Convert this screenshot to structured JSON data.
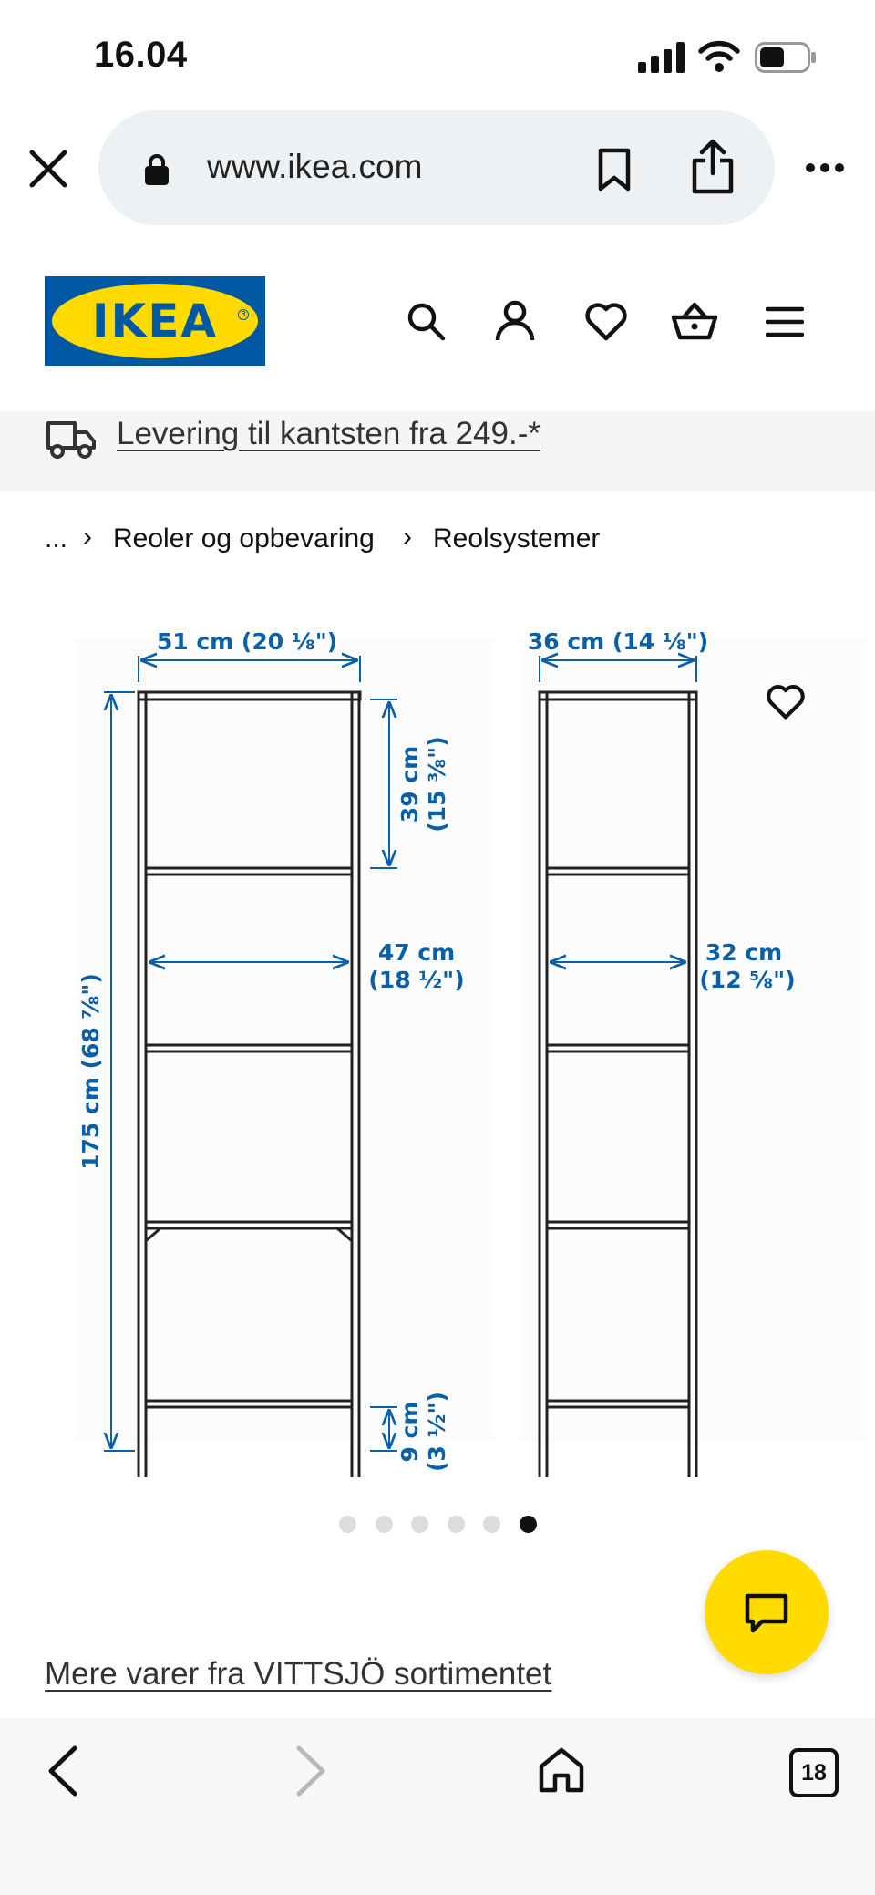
{
  "status_bar": {
    "time": "16.04"
  },
  "browser": {
    "url": "www.ikea.com"
  },
  "header": {
    "logo_text": "IKEA"
  },
  "delivery_banner": {
    "text": "Levering til kantsten fra 249.-*"
  },
  "breadcrumb": {
    "ellipsis": "...",
    "items": [
      "Reoler og opbevaring",
      "Reolsystemer"
    ]
  },
  "drawing": {
    "front": {
      "width_label": "51 cm (20 ⅛\")",
      "height_label": "175 cm (68 ⅞\")",
      "shelf_spacing_cm": "39 cm",
      "shelf_spacing_in": "(15 ⅜\")",
      "inner_width_cm": "47 cm",
      "inner_width_in": "(18 ½\")",
      "bottom_clearance_cm": "9 cm",
      "bottom_clearance_in": "(3 ½\")"
    },
    "side": {
      "depth_label": "36 cm (14 ⅛\")",
      "inner_depth_cm": "32 cm",
      "inner_depth_in": "(12 ⅝\")"
    }
  },
  "carousel": {
    "total": 6,
    "active_index": 5
  },
  "more_link": {
    "text": "Mere varer fra VITTSJÖ sortimentet"
  },
  "bottom_bar": {
    "tabs_count": "18"
  },
  "colors": {
    "ikea_blue": "#0058a3",
    "ikea_yellow": "#ffdb00",
    "dimension_blue": "#0b5fa5"
  }
}
